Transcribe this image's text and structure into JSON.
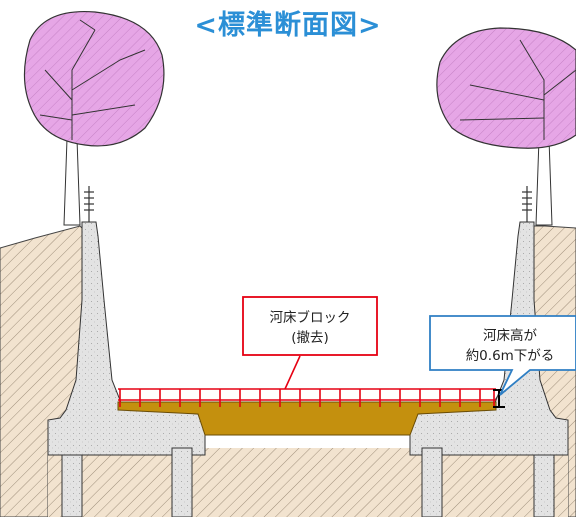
{
  "title": "<標準断面図>",
  "callouts": {
    "riverbed_block": {
      "line1": "河床ブロック",
      "line2": "(撤去)"
    },
    "riverbed_height": {
      "line1": "河床高が",
      "line2": "約0.6m下がる"
    }
  },
  "colors": {
    "title": "#2b8fd6",
    "tree_canopy": "#e6a6e6",
    "soil_fill": "#f2e3cf",
    "concrete": "#e3e3e3",
    "riverbed_fill": "#c4900e",
    "block_red": "#e60012",
    "callout_blue": "#2f7fc4"
  }
}
